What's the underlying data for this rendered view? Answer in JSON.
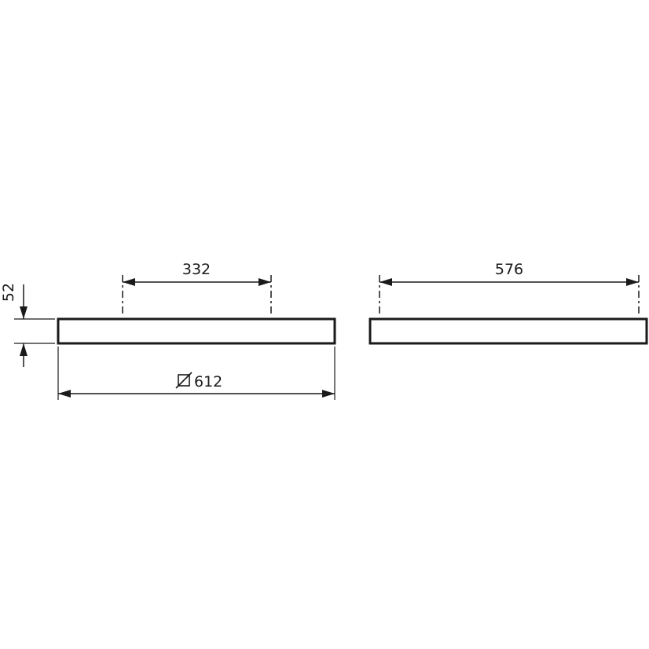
{
  "dimensions": {
    "height_label": "52",
    "inner_width_label": "332",
    "outer_diameter_label": "612",
    "side_width_label": "576"
  },
  "symbols": {
    "diameter": "diameter-icon"
  }
}
